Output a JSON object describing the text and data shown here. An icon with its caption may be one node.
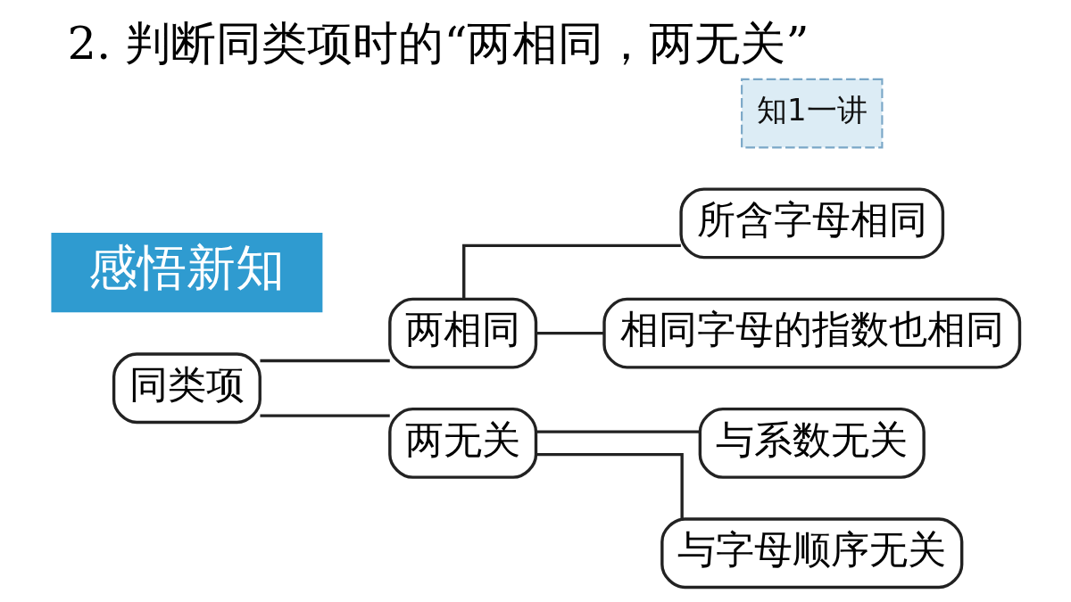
{
  "diagram": {
    "title": "2. 判断同类项时的“两相同，两无关”",
    "nodes": [
      {
        "text": [
          "同类项"
        ]
      },
      {
        "text": [
          "两相同"
        ]
      },
      {
        "text": [
          "两无关"
        ]
      },
      {
        "text": [
          "所含字母相同"
        ]
      },
      {
        "text": [
          "相同字母的指数也相同"
        ]
      },
      {
        "text": [
          "与系数无关"
        ]
      },
      {
        "text": [
          "与字母顺序无关"
        ]
      }
    ],
    "edges": [
      {
        "from": 0,
        "to": 1,
        "arrow": "none"
      },
      {
        "from": 0,
        "to": 2,
        "arrow": "none"
      },
      {
        "from": 1,
        "to": 3,
        "arrow": "none"
      },
      {
        "from": 1,
        "to": 4,
        "arrow": "none"
      },
      {
        "from": 2,
        "to": 5,
        "arrow": "none"
      },
      {
        "from": 2,
        "to": 6,
        "arrow": "none"
      }
    ],
    "labels": [
      "感悟新知",
      "知1一讲"
    ]
  }
}
